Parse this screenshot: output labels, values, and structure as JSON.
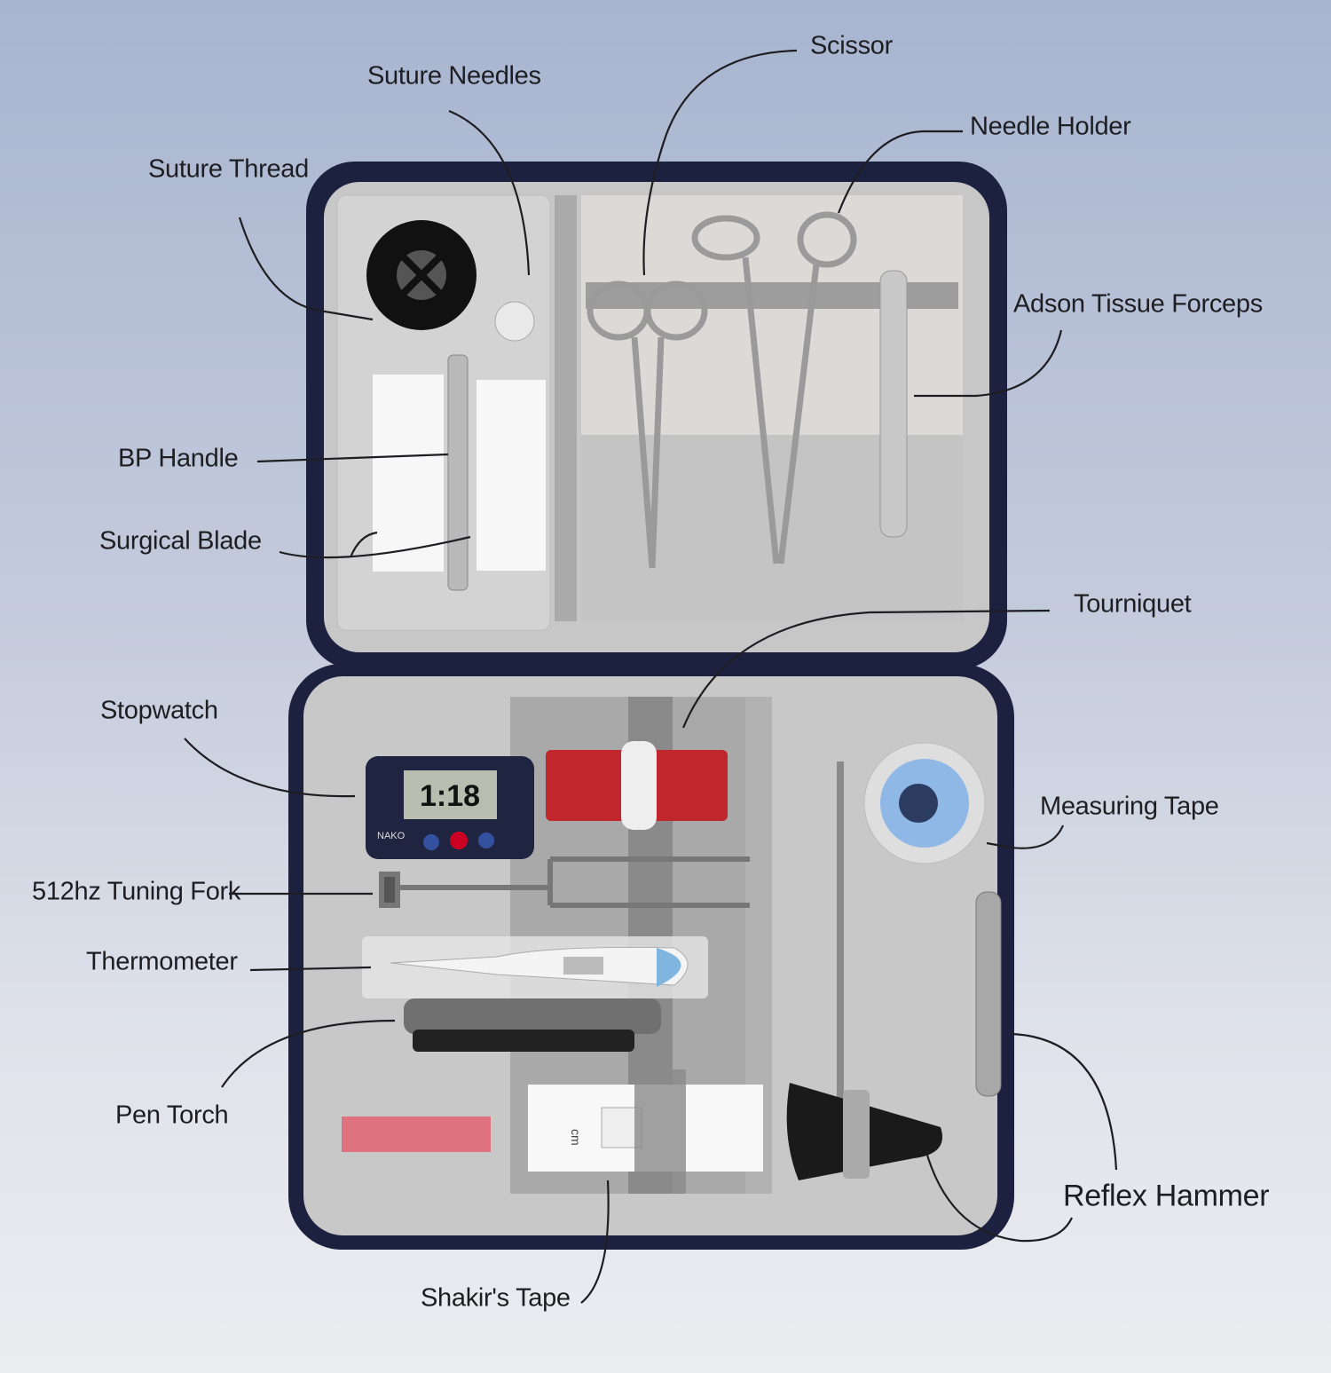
{
  "labels": {
    "scissor": "Scissor",
    "suture_needles": "Suture Needles",
    "needle_holder": "Needle Holder",
    "suture_thread": "Suture Thread",
    "adson_forceps": "Adson Tissue Forceps",
    "bp_handle": "BP Handle",
    "surgical_blade": "Surgical Blade",
    "tourniquet": "Tourniquet",
    "stopwatch": "Stopwatch",
    "measuring_tape": "Measuring Tape",
    "tuning_fork": "512hz Tuning Fork",
    "thermometer": "Thermometer",
    "pen_torch": "Pen Torch",
    "reflex_hammer": "Reflex Hammer",
    "shakirs_tape": "Shakir's Tape"
  },
  "object_text": {
    "stopwatch_display": "1:18",
    "stopwatch_brand": "NAKO",
    "shakirs_unit": "cm"
  },
  "colors": {
    "case_border": "#1d2140",
    "case_lining": "#c9c9c9",
    "tourniquet": "#c0262b",
    "measuring_tape": "#8fb8e6"
  }
}
